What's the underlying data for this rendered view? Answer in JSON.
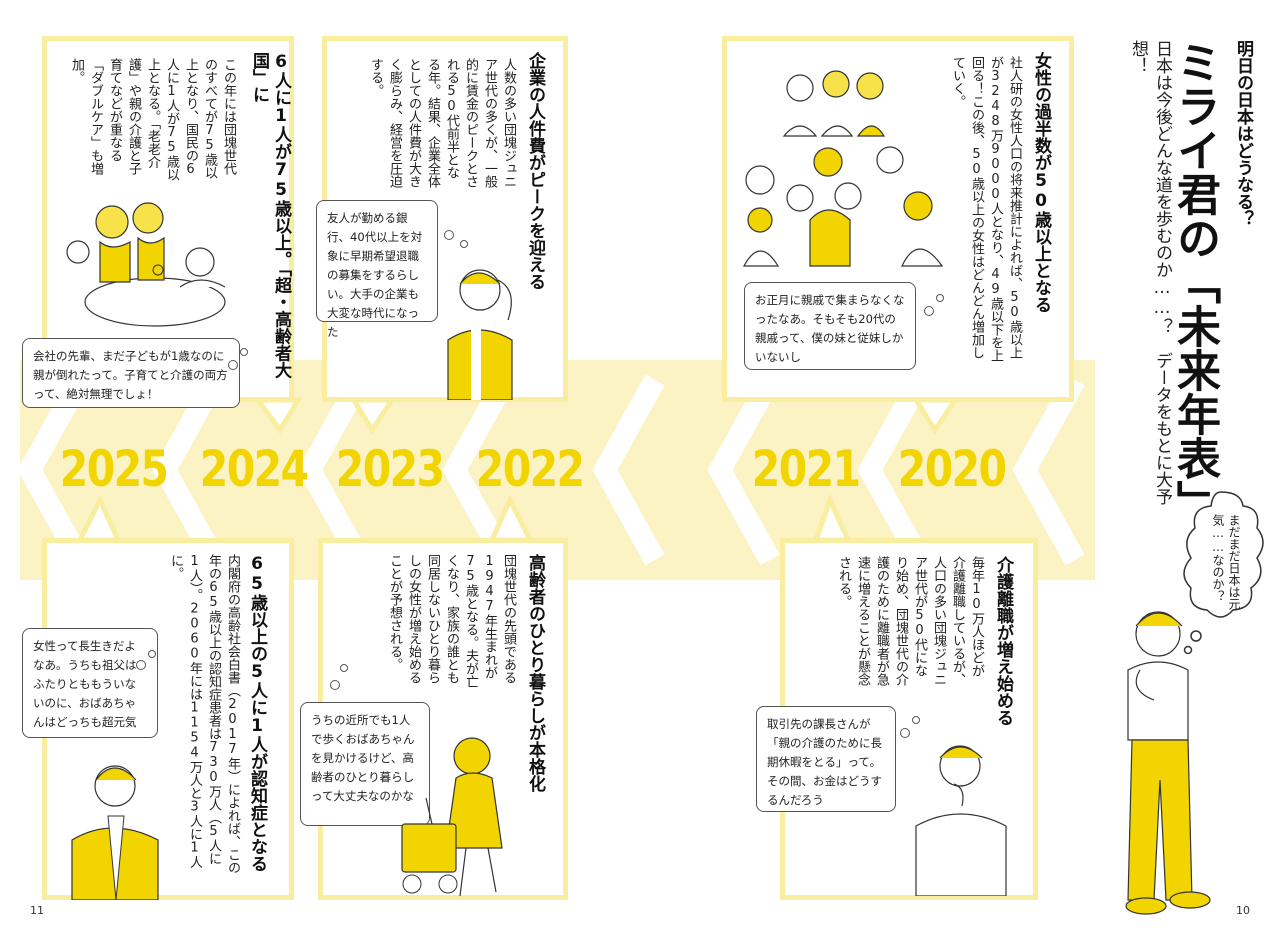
{
  "header": {
    "kicker": "明日の日本はどうなる？",
    "title": "ミライ君の「未来年表」",
    "subtitle": "日本は今後どんな道を歩むのか……？　データをもとに大予想！"
  },
  "years": {
    "y2025": "2025",
    "y2024": "2024",
    "y2023": "2023",
    "y2022": "2022",
    "y2021": "2021",
    "y2020": "2020"
  },
  "cards": {
    "c2024": {
      "title": "6人に1人が75歳以上。「超・高齢者大国」に",
      "body": "この年には団塊世代のすべてが75歳以上となり、国民の6人に1人が75歳以上となる。「老老介護」や親の介護と子育てなどが重なる「ダブルケア」も増加。"
    },
    "c2023": {
      "title": "企業の人件費がピークを迎える",
      "body": "人数の多い団塊ジュニア世代の多くが、一般的に賃金のピークとされる50代前半となる年。結果、企業全体としての人件費が大きく膨らみ、経営を圧迫する。"
    },
    "c2020": {
      "title": "女性の過半数が50歳以上となる",
      "body": "社人研の女性人口の将来推計によれば、50歳以上が3248万9000人となり、49歳以下を上回る！この後、50歳以上の女性はどんどん増加していく。"
    },
    "c2025": {
      "title": "65歳以上の5人に1人が認知症となる",
      "body": "内閣府の高齢社会白書（2017年）によれば、この年の65歳以上の認知症患者は730万人（5人に1人）。2060年には1154万人と3人に1人に。"
    },
    "c2022": {
      "title": "高齢者のひとり暮らしが本格化",
      "body": "団塊世代の先頭である1947年生まれが75歳となる。夫が亡くなり、家族の誰とも同居しないひとり暮らしの女性が増え始めることが予想される。"
    },
    "c2021": {
      "title": "介護離職が増え始める",
      "body": "毎年10万人ほどが介護離職しているが、人口の多い団塊ジュニア世代が50代になり始め、団塊世代の介護のために離職者が急速に増えることが懸念される。"
    }
  },
  "bubbles": {
    "b2024": "会社の先輩、まだ子どもが1歳なのに親が倒れたって。子育てと介護の両方って、絶対無理でしょ！",
    "b2023": "友人が勤める銀行、40代以上を対象に早期希望退職の募集をするらしい。大手の企業も大変な時代になった",
    "b2020": "お正月に親戚で集まらなくなったなあ。そもそも20代の親戚って、僕の妹と従妹しかいないし",
    "b2025": "女性って長生きだよなあ。うちも祖父はふたりとももういないのに、おばあちゃんはどっちも超元気",
    "b2022": "うちの近所でも1人で歩くおばあちゃんを見かけるけど、高齢者のひとり暮らしって大丈夫なのかな",
    "b2021": "取引先の課長さんが「親の介護のために長期休暇をとる」って。その間、お金はどうするんだろう",
    "mirai": "まだまだ日本は元気……なのか？"
  },
  "page_numbers": {
    "left": "11",
    "right": "10"
  },
  "colors": {
    "accent_yellow": "#f2d500",
    "band_yellow": "#fbf3c4",
    "card_border": "#f9ee9f"
  }
}
